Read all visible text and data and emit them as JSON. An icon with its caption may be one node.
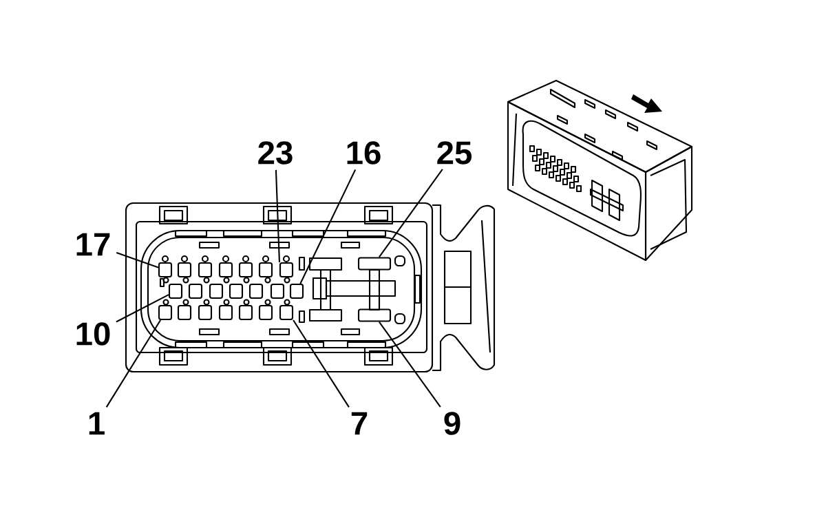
{
  "diagram": {
    "nodes": [
      {
        "text": [
          "23"
        ]
      },
      {
        "text": [
          "16"
        ]
      },
      {
        "text": [
          "25"
        ]
      },
      {
        "text": [
          "17"
        ]
      },
      {
        "text": [
          "10"
        ]
      },
      {
        "text": [
          "1"
        ]
      },
      {
        "text": [
          "7"
        ]
      },
      {
        "text": [
          "9"
        ]
      },
      {
        "text": [],
        "shape": "box"
      },
      {
        "text": [],
        "shape": "box"
      },
      {
        "text": [],
        "shape": "box"
      },
      {
        "text": [],
        "shape": "box"
      },
      {
        "text": [],
        "shape": "box"
      },
      {
        "text": [],
        "shape": "box"
      },
      {
        "text": [],
        "shape": "box"
      },
      {
        "text": [],
        "shape": "box"
      }
    ],
    "edges": [
      {
        "from": 0,
        "to": 11,
        "arrow": "none"
      },
      {
        "from": 1,
        "to": 13,
        "arrow": "none"
      },
      {
        "from": 2,
        "to": 14,
        "arrow": "none"
      },
      {
        "from": 3,
        "to": 8,
        "arrow": "none"
      },
      {
        "from": 4,
        "to": 10,
        "arrow": "none"
      },
      {
        "from": 5,
        "to": 9,
        "arrow": "none"
      },
      {
        "from": 6,
        "to": 12,
        "arrow": "none"
      },
      {
        "from": 7,
        "to": 15,
        "arrow": "none"
      }
    ]
  }
}
